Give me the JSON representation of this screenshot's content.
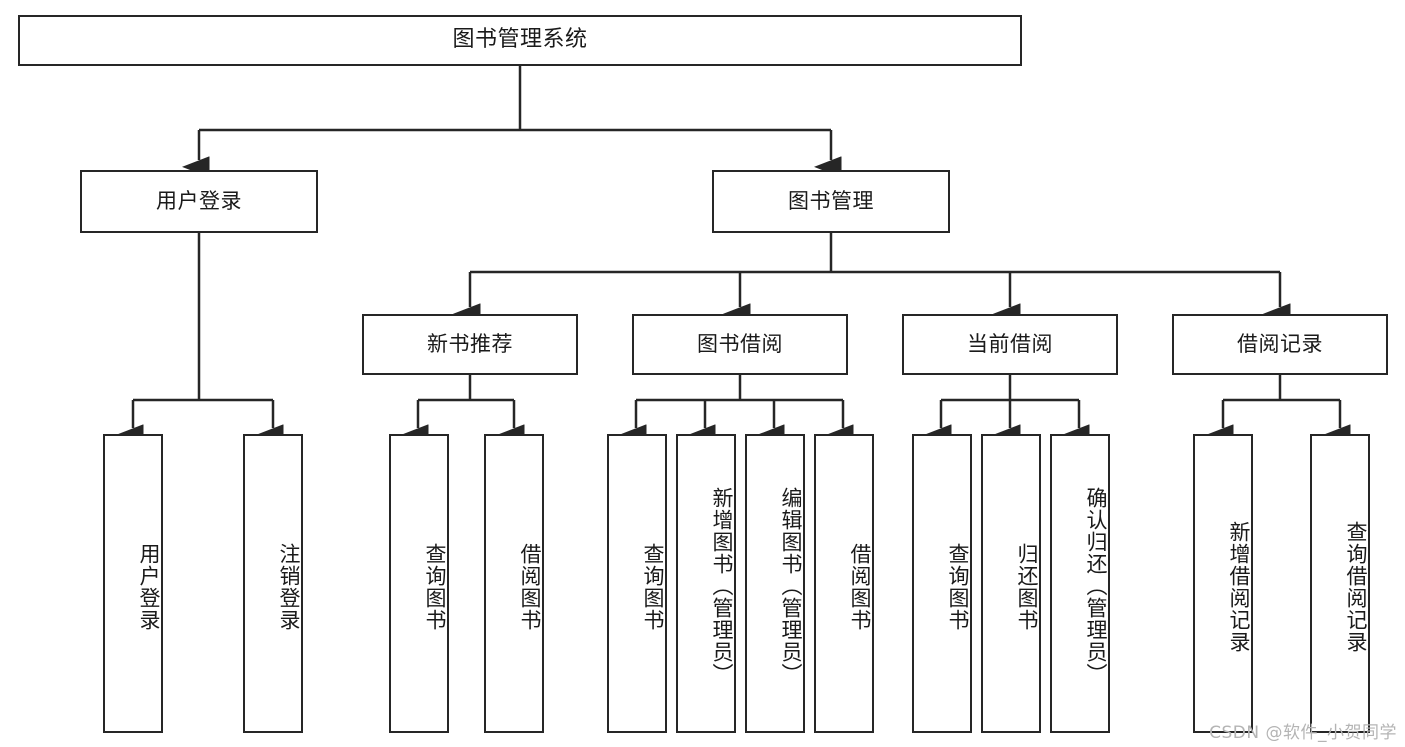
{
  "diagram": {
    "title": "图书管理系统",
    "type": "tree-hierarchy-diagram",
    "stroke_color": "#262626",
    "fill_color": "#ffffff",
    "text_color": "#1a1a1a"
  },
  "root": {
    "label": "图书管理系统"
  },
  "level2": [
    {
      "label": "用户登录"
    },
    {
      "label": "图书管理"
    }
  ],
  "level3": [
    {
      "label": "新书推荐"
    },
    {
      "label": "图书借阅"
    },
    {
      "label": "当前借阅"
    },
    {
      "label": "借阅记录"
    }
  ],
  "leaves": {
    "user_login": [
      {
        "label": "用户登录"
      },
      {
        "label": "注销登录"
      }
    ],
    "new_book_recommend": [
      {
        "label": "查询图书"
      },
      {
        "label": "借阅图书"
      }
    ],
    "book_borrow": [
      {
        "label": "查询图书"
      },
      {
        "label": "新增图书（管理员）"
      },
      {
        "label": "编辑图书（管理员）"
      },
      {
        "label": "借阅图书"
      }
    ],
    "current_borrow": [
      {
        "label": "查询图书"
      },
      {
        "label": "归还图书"
      },
      {
        "label": "确认归还（管理员）"
      }
    ],
    "borrow_record": [
      {
        "label": "新增借阅记录"
      },
      {
        "label": "查询借阅记录"
      }
    ]
  },
  "watermark": {
    "text": "CSDN @软件_小贺同学"
  }
}
